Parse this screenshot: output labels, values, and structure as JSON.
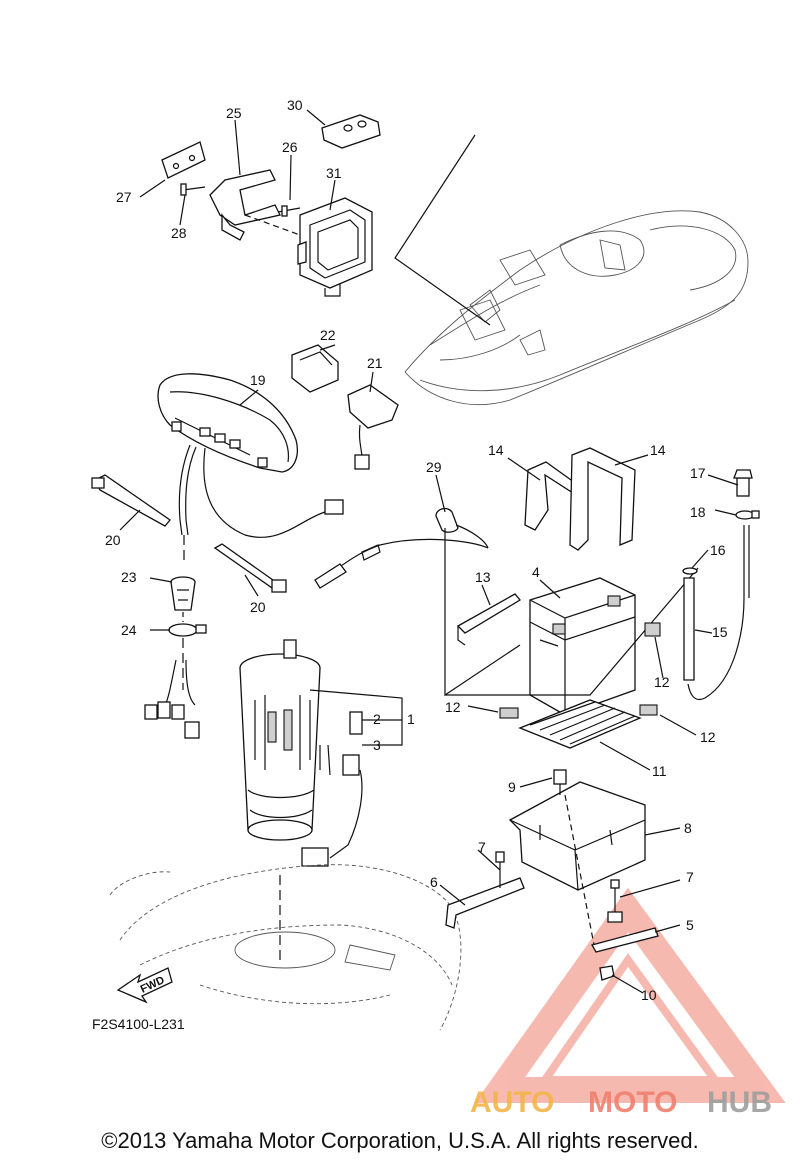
{
  "diagram": {
    "code": "F2S4100-L231",
    "fwd_label": "FWD",
    "copyright": "©2013 Yamaha Motor Corporation, U.S.A. All rights reserved.",
    "watermark": {
      "part1": "AUTO",
      "part2": "MOTO",
      "part3": "HUB",
      "color1": "#f3b54a",
      "color2": "#f08070",
      "color3": "#9e9e9e"
    },
    "callouts": [
      "1",
      "2",
      "3",
      "4",
      "5",
      "6",
      "7",
      "7",
      "8",
      "9",
      "10",
      "11",
      "12",
      "12",
      "12",
      "12",
      "13",
      "14",
      "14",
      "15",
      "16",
      "17",
      "18",
      "19",
      "20",
      "20",
      "21",
      "22",
      "23",
      "24",
      "25",
      "26",
      "27",
      "28",
      "29",
      "30",
      "31"
    ]
  }
}
